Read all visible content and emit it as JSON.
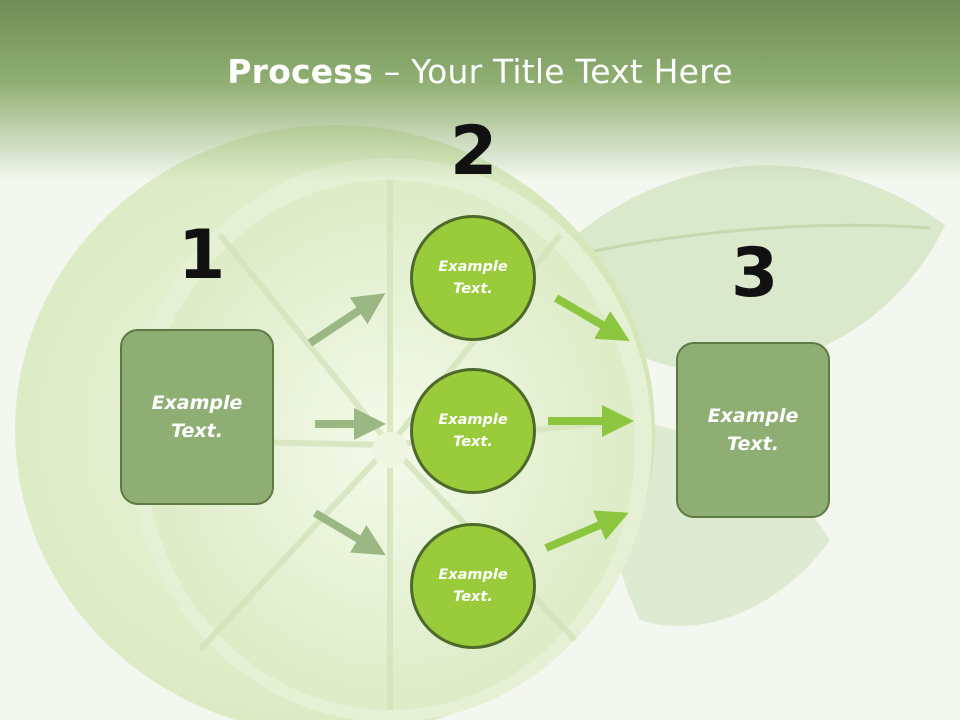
{
  "title": {
    "bold": "Process",
    "dash": " – ",
    "rest": "Your Title Text Here"
  },
  "steps": [
    {
      "number": "1",
      "label": "Example\nText."
    },
    {
      "number": "2",
      "items": [
        "Example\nText.",
        "Example\nText.",
        "Example\nText."
      ]
    },
    {
      "number": "3",
      "label": "Example\nText."
    }
  ],
  "colors": {
    "title_band": "#7a9a60",
    "box_fill": "#8eae74",
    "circle_fill": "#99cb3a",
    "arrow_in": "#9ab784",
    "arrow_out": "#8cc63f"
  }
}
